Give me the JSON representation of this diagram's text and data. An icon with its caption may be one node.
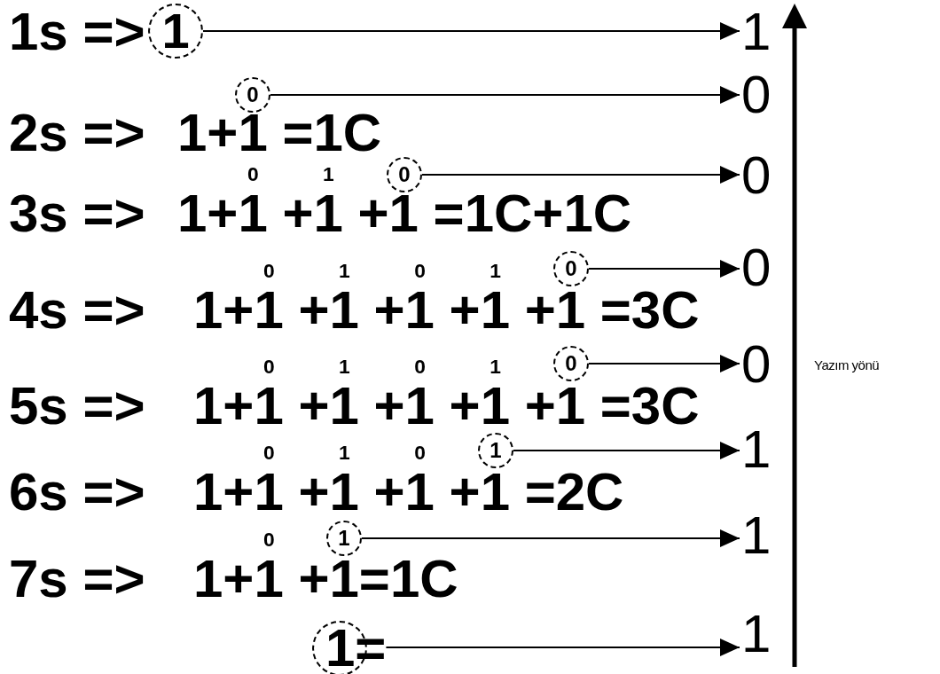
{
  "diagram": {
    "nodes": [
      {
        "text": [
          "1"
        ]
      },
      {
        "text": [
          "1"
        ]
      },
      {
        "text": [
          "0"
        ]
      },
      {
        "text": [
          "0"
        ]
      },
      {
        "text": [
          "0"
        ]
      },
      {
        "text": [
          "0"
        ]
      },
      {
        "text": [
          "0"
        ]
      },
      {
        "text": [
          "0"
        ]
      },
      {
        "text": [
          "0"
        ]
      },
      {
        "text": [
          "0"
        ]
      },
      {
        "text": [
          "1"
        ]
      },
      {
        "text": [
          "1"
        ]
      },
      {
        "text": [
          "1"
        ]
      },
      {
        "text": [
          "1"
        ]
      },
      {
        "text": [
          "1="
        ]
      },
      {
        "text": [
          "1"
        ]
      }
    ],
    "edges": [
      {
        "from": 0,
        "to": 1,
        "arrow": "to"
      },
      {
        "from": 2,
        "to": 3,
        "arrow": "to"
      },
      {
        "from": 4,
        "to": 5,
        "arrow": "to"
      },
      {
        "from": 6,
        "to": 7,
        "arrow": "to"
      },
      {
        "from": 8,
        "to": 9,
        "arrow": "to"
      },
      {
        "from": 10,
        "to": 11,
        "arrow": "to"
      },
      {
        "from": 12,
        "to": 13,
        "arrow": "to"
      },
      {
        "from": 14,
        "to": 15,
        "arrow": "to"
      }
    ],
    "labels": [
      "1s =>",
      "2s =>",
      "1+1 =1C",
      "3s =>",
      "1+1$^{0}$ +1$^{1}$ +1 =1C+1C",
      "4s =>",
      "1+1$^{0}$ +1$^{1}$ +1$^{0}$ +1$^{1}$ +1 =3C",
      "Yazım yönü",
      "5s =>",
      "1+1$^{0}$ +1$^{1}$ +1$^{0}$ +1$^{1}$ +1 =3C",
      "6s =>",
      "1+1$^{0}$ +1$^{1}$ +1$^{0}$ +1 =2C",
      "7s =>",
      "1+1$^{0}$ +1=1C"
    ]
  }
}
